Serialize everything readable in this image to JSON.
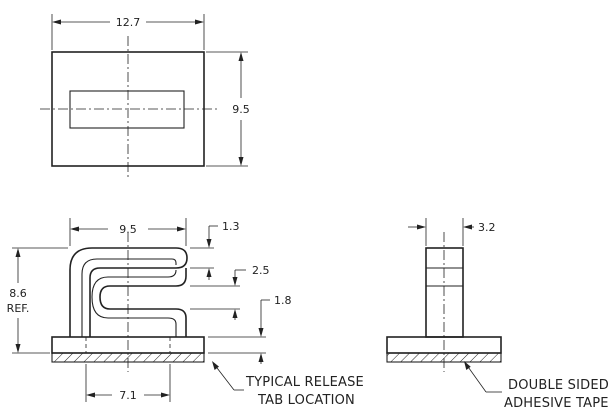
{
  "top_view": {
    "width_dim": "12.7",
    "height_dim": "9.5"
  },
  "front_view": {
    "width_dim": "9.5",
    "tab_dim": "1.3",
    "gap_dim": "2.5",
    "lower_gap_dim": "1.8",
    "height_dim": "8.6",
    "height_ref": "REF.",
    "base_dim": "7.1",
    "callout_line1": "TYPICAL RELEASE",
    "callout_line2": "TAB LOCATION"
  },
  "side_view": {
    "thickness_dim": "3.2",
    "callout_line1": "DOUBLE SIDED",
    "callout_line2": "ADHESIVE TAPE"
  }
}
